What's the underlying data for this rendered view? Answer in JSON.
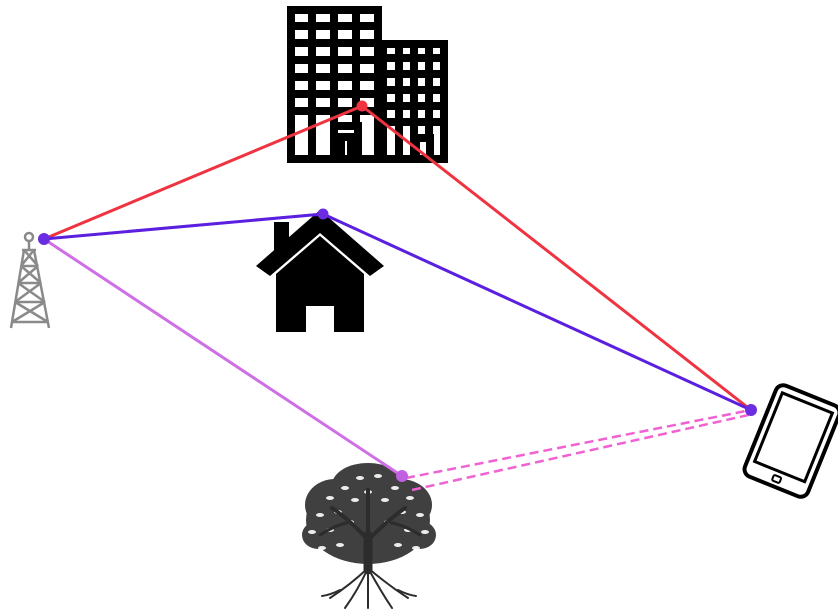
{
  "colors": {
    "background": "#ffffff",
    "path_building": "#ef3340",
    "path_house": "#5b1fe0",
    "path_tree": "#cf6fe6",
    "path_scatter": "#f062d2",
    "icon_dark": "#000000",
    "tower": "#8a8a8a",
    "tree": "#404040"
  },
  "icons": {
    "tower": "radio-tower-icon",
    "building": "office-buildings-icon",
    "house": "house-icon",
    "tree": "tree-icon",
    "phone": "smartphone-icon"
  },
  "paths": [
    {
      "id": "via-building",
      "color_key": "path_building",
      "style": "solid"
    },
    {
      "id": "via-house",
      "color_key": "path_house",
      "style": "solid"
    },
    {
      "id": "via-tree",
      "color_key": "path_tree",
      "style": "solid"
    },
    {
      "id": "tree-scatter",
      "color_key": "path_scatter",
      "style": "dashed"
    }
  ]
}
